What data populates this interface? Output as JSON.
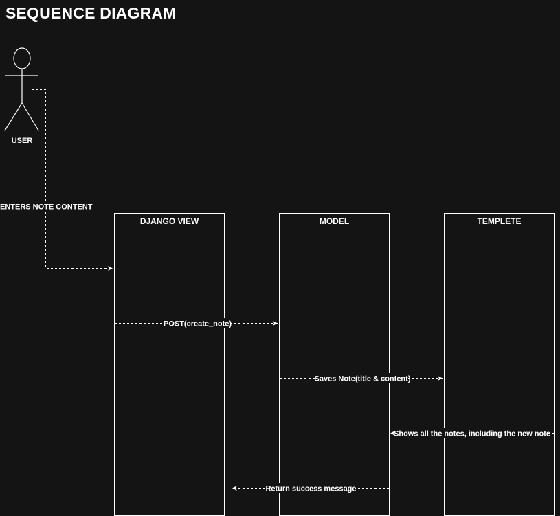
{
  "title": "SEQUENCE DIAGRAM",
  "actor": {
    "label": "USER"
  },
  "lifelines": [
    {
      "id": "view",
      "label": "DJANGO VIEW"
    },
    {
      "id": "model",
      "label": "MODEL"
    },
    {
      "id": "template",
      "label": "TEMPLETE"
    }
  ],
  "messages": [
    {
      "from": "user",
      "to": "view",
      "label": "ENTERS NOTE CONTENT"
    },
    {
      "from": "view",
      "to": "model",
      "label": "POST(create_note)"
    },
    {
      "from": "model",
      "to": "template",
      "label": "Saves Note(title & content)"
    },
    {
      "from": "template",
      "to": "model",
      "label": "Shows all the notes, including the new note"
    },
    {
      "from": "model",
      "to": "view",
      "label": "Return success message"
    }
  ],
  "colors": {
    "background": "#141414",
    "stroke": "#ffffff",
    "text": "#ffffff"
  }
}
